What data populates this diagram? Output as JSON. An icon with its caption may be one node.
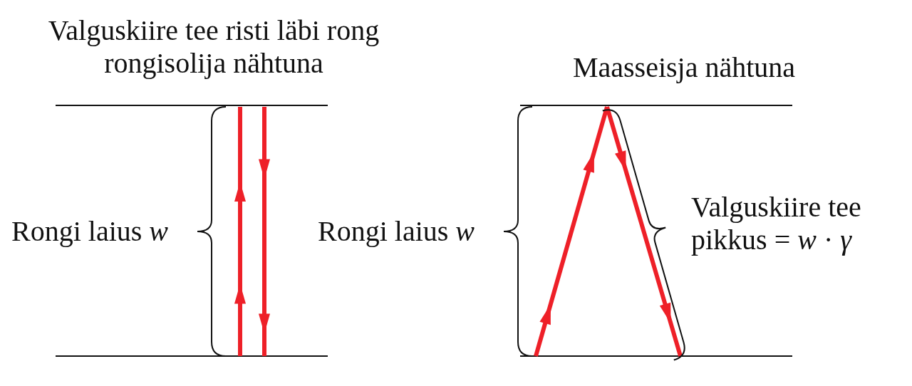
{
  "diagram": {
    "labels": [
      "Valguskiire tee risti läbi rong rongisolija nähtuna",
      "Rongi laius *w*",
      "Maasseisja nähtuna",
      "Rongi laius *w*",
      "Valguskiire tee pikkus = *w* · *γ*"
    ]
  }
}
